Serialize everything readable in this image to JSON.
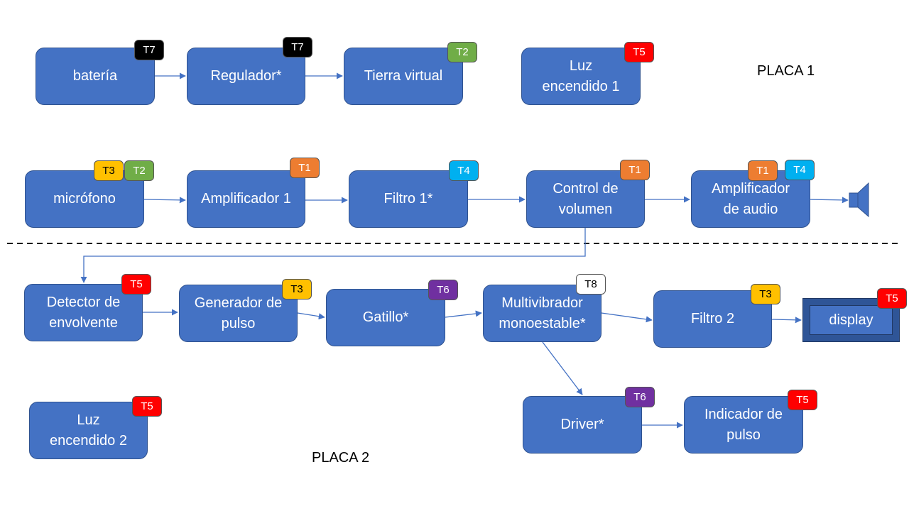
{
  "board_labels": {
    "placa1": "PLACA 1",
    "placa2": "PLACA 2"
  },
  "tag_colors": {
    "T1": {
      "bg": "#ed7d31",
      "fg": "#ffffff"
    },
    "T2": {
      "bg": "#70ad47",
      "fg": "#ffffff"
    },
    "T3": {
      "bg": "#ffc000",
      "fg": "#000000"
    },
    "T4": {
      "bg": "#00b0f0",
      "fg": "#ffffff"
    },
    "T5": {
      "bg": "#ff0000",
      "fg": "#ffffff"
    },
    "T6": {
      "bg": "#7030a0",
      "fg": "#ffffff"
    },
    "T7": {
      "bg": "#000000",
      "fg": "#ffffff"
    },
    "T8": {
      "bg": "#ffffff",
      "fg": "#000000"
    }
  },
  "blocks": {
    "bateria": {
      "label": "batería",
      "tags": [
        "T7"
      ]
    },
    "regulador": {
      "label": "Regulador*",
      "tags": [
        "T7"
      ]
    },
    "tierra_virtual": {
      "label": "Tierra virtual",
      "tags": [
        "T2"
      ]
    },
    "luz_encendido_1": {
      "label": "Luz encendido 1",
      "tags": [
        "T5"
      ]
    },
    "microfono": {
      "label": "micrófono",
      "tags": [
        "T3",
        "T2"
      ]
    },
    "amplificador_1": {
      "label": "Amplificador 1",
      "tags": [
        "T1"
      ]
    },
    "filtro_1": {
      "label": "Filtro 1*",
      "tags": [
        "T4"
      ]
    },
    "control_volumen": {
      "label": "Control de volumen",
      "tags": [
        "T1"
      ]
    },
    "amplificador_audio": {
      "label": "Amplificador de audio",
      "tags": [
        "T1",
        "T4"
      ]
    },
    "detector_envolvente": {
      "label": "Detector de envolvente",
      "tags": [
        "T5"
      ]
    },
    "generador_pulso": {
      "label": "Generador de pulso",
      "tags": [
        "T3"
      ]
    },
    "gatillo": {
      "label": "Gatillo*",
      "tags": [
        "T6"
      ]
    },
    "multivibrador": {
      "label": "Multivibrador monoestable*",
      "tags": [
        "T8"
      ]
    },
    "filtro_2": {
      "label": "Filtro 2",
      "tags": [
        "T3"
      ]
    },
    "display": {
      "label": "display",
      "tags": [
        "T5"
      ]
    },
    "driver": {
      "label": "Driver*",
      "tags": [
        "T6"
      ]
    },
    "indicador_pulso": {
      "label": "Indicador de pulso",
      "tags": [
        "T5"
      ]
    },
    "luz_encendido_2": {
      "label": "Luz encendido 2",
      "tags": [
        "T5"
      ]
    }
  },
  "connections": [
    [
      "bateria",
      "regulador"
    ],
    [
      "regulador",
      "tierra_virtual"
    ],
    [
      "microfono",
      "amplificador_1"
    ],
    [
      "amplificador_1",
      "filtro_1"
    ],
    [
      "filtro_1",
      "control_volumen"
    ],
    [
      "control_volumen",
      "amplificador_audio"
    ],
    [
      "amplificador_audio",
      "speaker"
    ],
    [
      "control_volumen",
      "detector_envolvente"
    ],
    [
      "detector_envolvente",
      "generador_pulso"
    ],
    [
      "generador_pulso",
      "gatillo"
    ],
    [
      "gatillo",
      "multivibrador"
    ],
    [
      "multivibrador",
      "filtro_2"
    ],
    [
      "filtro_2",
      "display"
    ],
    [
      "multivibrador",
      "driver"
    ],
    [
      "driver",
      "indicador_pulso"
    ]
  ],
  "icons": {
    "speaker": "speaker-icon"
  }
}
